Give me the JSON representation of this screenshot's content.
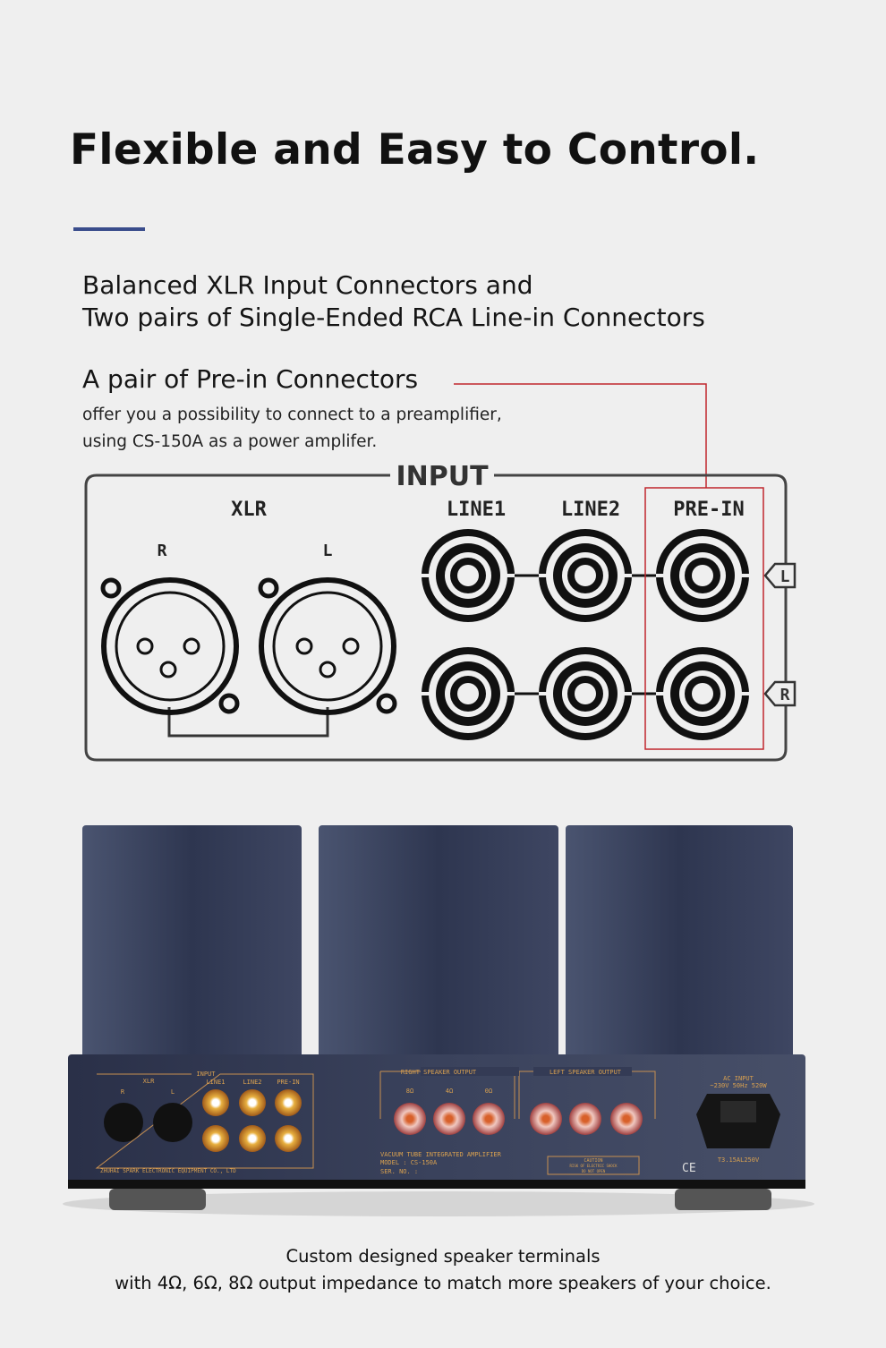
{
  "header": {
    "title": "Flexible and Easy to Control."
  },
  "features": {
    "line1": "Balanced XLR Input Connectors and",
    "line2": "Two pairs of Single-Ended RCA Line-in Connectors",
    "prein_title": "A pair of Pre-in Connectors",
    "prein_desc1": "offer you a possibility to connect to a preamplifier,",
    "prein_desc2": "using CS-150A as a power amplifer."
  },
  "diagram": {
    "input_label": "INPUT",
    "xlr_label": "XLR",
    "xlr_r": "R",
    "xlr_l": "L",
    "line1_label": "LINE1",
    "line2_label": "LINE2",
    "prein_label": "PRE-IN",
    "tag_l": "L",
    "tag_r": "R",
    "highlight_color": "#c0272d"
  },
  "amp_panel": {
    "input": "INPUT",
    "xlr": "XLR",
    "r": "R",
    "l": "L",
    "line1": "LINE1",
    "line2": "LINE2",
    "prein": "PRE-IN",
    "maker": "ZHUHAI SPARK ELECTRONIC EQUIPMENT CO., LTD",
    "right_out": "RIGHT SPEAKER OUTPUT",
    "left_out": "LEFT SPEAKER OUTPUT",
    "ohm8": "8Ω",
    "ohm4": "4Ω",
    "ohm0": "0Ω",
    "product": "VACUUM TUBE INTEGRATED AMPLIFIER",
    "model": "MODEL : CS-150A",
    "serial": "SER. NO. :",
    "caution": "CAUTION",
    "caution2": "RISK OF ELECTRIC SHOCK",
    "caution3": "DO NOT OPEN",
    "ce": "CE",
    "ac_input": "AC INPUT",
    "ac_spec": "~230V 50Hz 520W",
    "fuse": "T3.15AL250V"
  },
  "caption": {
    "line1": "Custom designed speaker terminals",
    "line2": "with 4Ω, 6Ω, 8Ω output impedance to match more speakers of your choice."
  }
}
